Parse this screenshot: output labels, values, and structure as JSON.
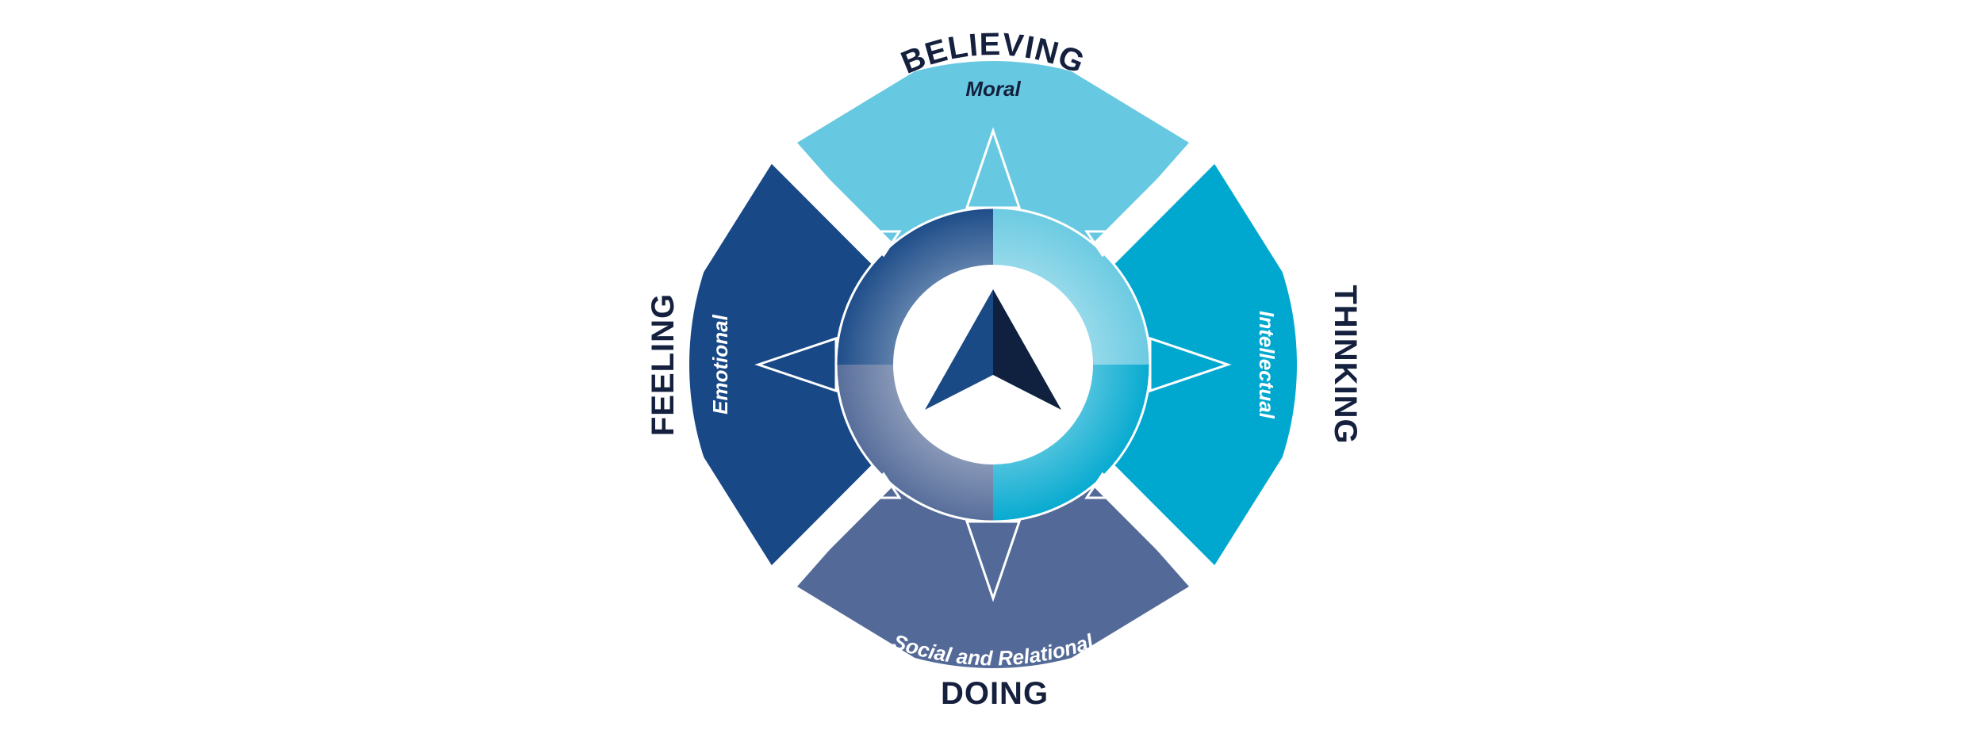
{
  "diagram": {
    "dimensions": {
      "believing": {
        "outer_label": "BELIEVING",
        "inner_label": "Moral"
      },
      "thinking": {
        "outer_label": "THINKING",
        "inner_label": "Intellectual"
      },
      "doing": {
        "outer_label": "DOING",
        "inner_label": "Social and Relational"
      },
      "feeling": {
        "outer_label": "FEELING",
        "inner_label": "Emotional"
      }
    },
    "colors": {
      "believing": "#67c9e1",
      "thinking": "#00a8cf",
      "doing": "#536a98",
      "feeling": "#184886",
      "label_dark": "#14203d",
      "label_light": "#ffffff",
      "arrow_left": "#1a4a86",
      "arrow_right": "#0f213e"
    }
  }
}
